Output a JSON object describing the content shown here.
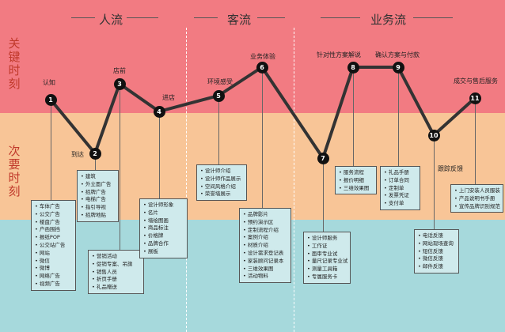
{
  "rows": {
    "key_moment": "关键时刻",
    "secondary_moment": "次要时刻"
  },
  "phases": {
    "people_flow": "人流",
    "customer_flow": "客流",
    "business_flow": "业务流"
  },
  "stages": [
    {
      "num": "1",
      "label": "认知"
    },
    {
      "num": "2",
      "label": "到达"
    },
    {
      "num": "3",
      "label": "店前"
    },
    {
      "num": "4",
      "label": "进店"
    },
    {
      "num": "5",
      "label": "环境感受"
    },
    {
      "num": "6",
      "label": "业务体验"
    },
    {
      "num": "7",
      "label": ""
    },
    {
      "num": "8",
      "label": "针对性方案解说"
    },
    {
      "num": "9",
      "label": "确认方案与付款"
    },
    {
      "num": "10",
      "label": "跟踪反馈"
    },
    {
      "num": "11",
      "label": "成交与售后服务"
    }
  ],
  "boxes": {
    "awareness": [
      "车体广告",
      "公交广告",
      "楼盘广告",
      "户函围挡",
      "报纸POP",
      "公交站广告",
      "网站",
      "微信",
      "微博",
      "网络广告",
      "视频广告"
    ],
    "arrival": [
      "建筑",
      "外立面广告",
      "招牌广告",
      "电梯广告",
      "指引导视",
      "招牌地贴"
    ],
    "storefront": [
      "营销活动",
      "促销专案、吊旗",
      "销售人员",
      "折页手册",
      "礼品赠送"
    ],
    "enter_store": [
      "设计师形象",
      "名片",
      "墙绘图画",
      "商品标注",
      "价格牌",
      "品牌合作",
      "展板"
    ],
    "environment": [
      "设计师介绍",
      "设计师作品展示",
      "空间风格介绍",
      "荣誉墙展示"
    ],
    "business_experience": [
      "品牌影片",
      "预约演示区",
      "定制流程介绍",
      "案例介绍",
      "材质介绍",
      "设计需求登记表",
      "家装顾问记录本",
      "三维效果图",
      "活动物料"
    ],
    "node7": [
      "设计师服务",
      "工作证",
      "面审专业试",
      "量尺记录专业试",
      "测量工具箱",
      "专属服务卡"
    ],
    "proposal": [
      "服务流程",
      "报价明细",
      "三维效果图"
    ],
    "payment": [
      "礼品手册",
      "订单合同",
      "定制单",
      "发票凭证",
      "支付单"
    ],
    "follow_up": [
      "电话反馈",
      "网站现场查询",
      "短信反馈",
      "微信反馈",
      "邮件反馈"
    ],
    "after_sales": [
      "上门安装人员服装",
      "产品说明书手册",
      "宣传品牌识别规范"
    ]
  }
}
